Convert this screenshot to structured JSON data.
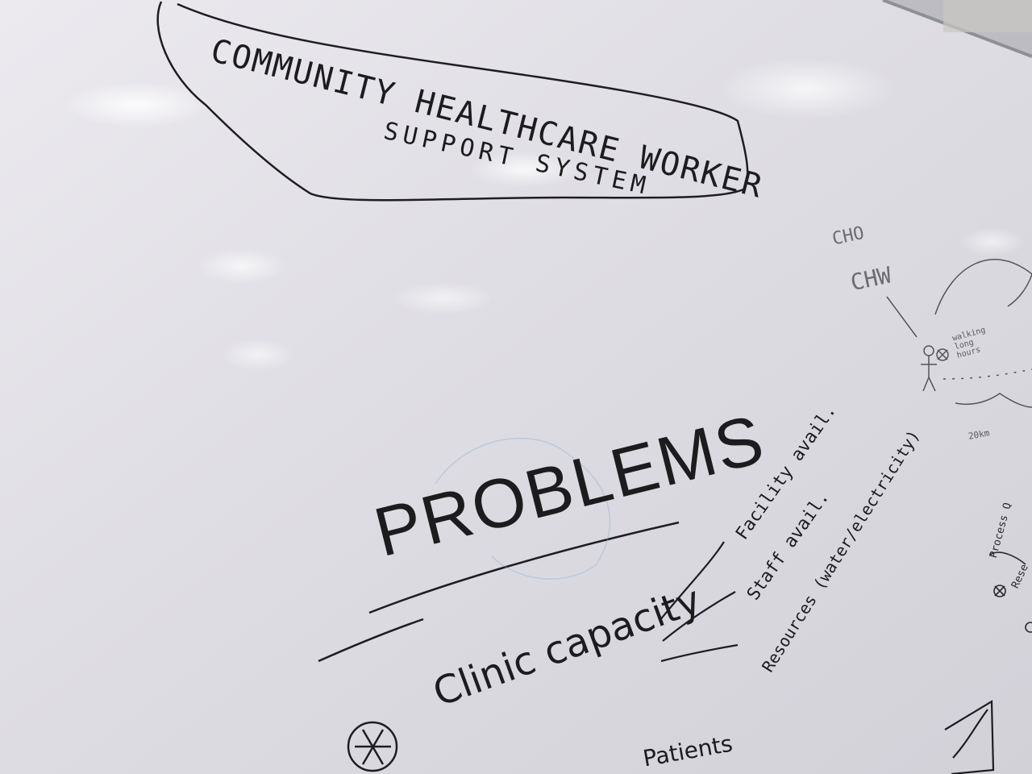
{
  "whiteboard": {
    "title_line1": "Community Healthcare Worker",
    "title_line2": "Support System",
    "heading": "PROBLEMS",
    "main_item": "Clinic capacity",
    "branches": [
      "Facility avail.",
      "Staff avail.",
      "Resources (water/electricity)"
    ],
    "second_item": "Patients",
    "side_label_top": "CHO",
    "side_label_bottom": "CHW",
    "side_note": "walking long hours",
    "distance": "20km",
    "right_heading": "Process Q",
    "right_item": "Rese"
  }
}
